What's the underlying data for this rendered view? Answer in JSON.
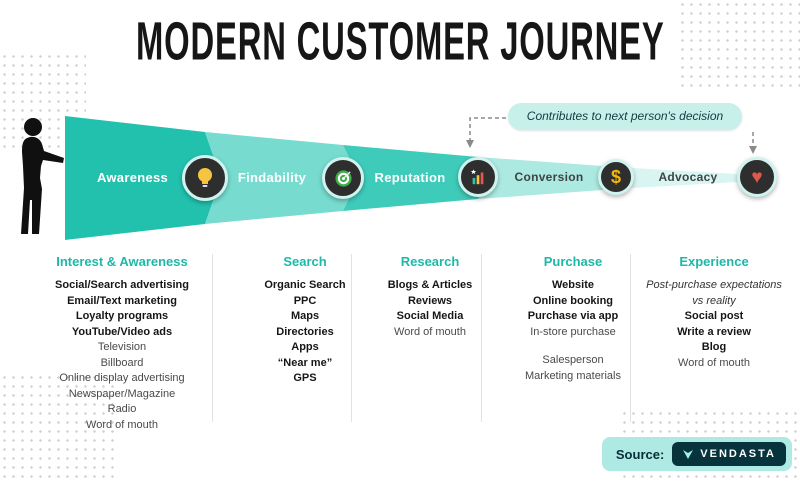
{
  "title": "MODERN CUSTOMER JOURNEY",
  "callout": {
    "text": "Contributes to next person's decision"
  },
  "funnel": {
    "stages": [
      {
        "label": "Awareness",
        "icon": "lightbulb-icon"
      },
      {
        "label": "Findability",
        "icon": "target-icon"
      },
      {
        "label": "Reputation",
        "icon": "bar-chart-star-icon"
      },
      {
        "label": "Conversion",
        "icon": "dollar-icon"
      },
      {
        "label": "Advocacy",
        "icon": "heart-icon"
      }
    ]
  },
  "columns": [
    {
      "header": "Interest & Awareness",
      "items": [
        {
          "text": "Social/Search advertising",
          "bold": true
        },
        {
          "text": "Email/Text marketing",
          "bold": true
        },
        {
          "text": "Loyalty programs",
          "bold": true
        },
        {
          "text": "YouTube/Video ads",
          "bold": true
        },
        {
          "text": "Television"
        },
        {
          "text": "Billboard"
        },
        {
          "text": "Online display advertising"
        },
        {
          "text": "Newspaper/Magazine"
        },
        {
          "text": "Radio"
        },
        {
          "text": "Word of mouth"
        }
      ]
    },
    {
      "header": "Search",
      "items": [
        {
          "text": "Organic Search",
          "bold": true
        },
        {
          "text": "PPC",
          "bold": true
        },
        {
          "text": "Maps",
          "bold": true
        },
        {
          "text": "Directories",
          "bold": true
        },
        {
          "text": "Apps",
          "bold": true
        },
        {
          "text": "“Near me”",
          "bold": true
        },
        {
          "text": "GPS",
          "bold": true
        }
      ]
    },
    {
      "header": "Research",
      "items": [
        {
          "text": "Blogs & Articles",
          "bold": true
        },
        {
          "text": "Reviews",
          "bold": true
        },
        {
          "text": "Social Media",
          "bold": true
        },
        {
          "text": "Word of mouth"
        }
      ]
    },
    {
      "header": "Purchase",
      "items": [
        {
          "text": "Website",
          "bold": true
        },
        {
          "text": "Online booking",
          "bold": true
        },
        {
          "text": "Purchase via app",
          "bold": true
        },
        {
          "text": "In-store purchase"
        },
        {
          "text": "",
          "spacer": true
        },
        {
          "text": "Salesperson"
        },
        {
          "text": "Marketing materials"
        }
      ]
    },
    {
      "header": "Experience",
      "items": [
        {
          "text": "Post-purchase expectations vs reality",
          "italic": true
        },
        {
          "text": "Social post",
          "bold": true
        },
        {
          "text": "Write a review",
          "bold": true
        },
        {
          "text": "Blog",
          "bold": true
        },
        {
          "text": "Word of mouth"
        }
      ]
    }
  ],
  "source": {
    "label": "Source:",
    "brand": "VENDASTA"
  },
  "colors": {
    "accent_teal": "#2bc4b0",
    "dark_navy": "#07333c",
    "heart_red": "#e2574c",
    "bulb_yellow": "#f5c542",
    "callout_bg": "#c7f0ea"
  }
}
